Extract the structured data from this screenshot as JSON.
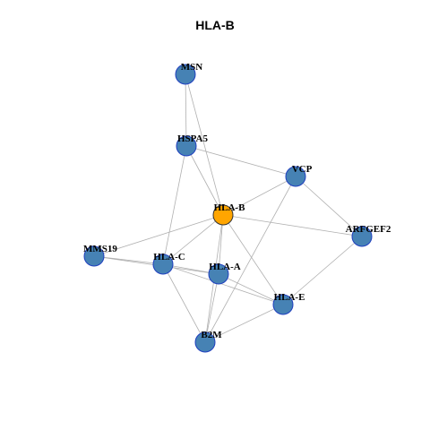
{
  "title": "HLA-B",
  "colors": {
    "node_fill": "#4682b4",
    "node_stroke": "#1f3fbf",
    "center_fill": "#ffa500",
    "center_stroke": "#333333",
    "edge": "#b0b0b0"
  },
  "nodes": [
    {
      "id": "MSN",
      "label": "MSN",
      "center": false
    },
    {
      "id": "HSPA5",
      "label": "HSPA5",
      "center": false
    },
    {
      "id": "VCP",
      "label": "VCP",
      "center": false
    },
    {
      "id": "HLA-B",
      "label": "HLA-B",
      "center": true
    },
    {
      "id": "ARFGEF2",
      "label": "ARFGEF2",
      "center": false
    },
    {
      "id": "MMS19",
      "label": "MMS19",
      "center": false
    },
    {
      "id": "HLA-C",
      "label": "HLA-C",
      "center": false
    },
    {
      "id": "HLA-A",
      "label": "HLA-A",
      "center": false
    },
    {
      "id": "HLA-E",
      "label": "HLA-E",
      "center": false
    },
    {
      "id": "B2M",
      "label": "B2M",
      "center": false
    }
  ],
  "edges": [
    [
      "MSN",
      "HSPA5"
    ],
    [
      "MSN",
      "HLA-B"
    ],
    [
      "HSPA5",
      "HLA-B"
    ],
    [
      "HSPA5",
      "VCP"
    ],
    [
      "HSPA5",
      "HLA-C"
    ],
    [
      "VCP",
      "HLA-B"
    ],
    [
      "VCP",
      "ARFGEF2"
    ],
    [
      "VCP",
      "B2M"
    ],
    [
      "HLA-B",
      "ARFGEF2"
    ],
    [
      "HLA-B",
      "MMS19"
    ],
    [
      "HLA-B",
      "HLA-C"
    ],
    [
      "HLA-B",
      "HLA-A"
    ],
    [
      "HLA-B",
      "HLA-E"
    ],
    [
      "HLA-B",
      "B2M"
    ],
    [
      "ARFGEF2",
      "HLA-E"
    ],
    [
      "MMS19",
      "HLA-C"
    ],
    [
      "MMS19",
      "HLA-A"
    ],
    [
      "HLA-C",
      "HLA-A"
    ],
    [
      "HLA-C",
      "HLA-E"
    ],
    [
      "HLA-C",
      "B2M"
    ],
    [
      "HLA-A",
      "HLA-E"
    ],
    [
      "HLA-A",
      "B2M"
    ],
    [
      "HLA-E",
      "B2M"
    ]
  ]
}
